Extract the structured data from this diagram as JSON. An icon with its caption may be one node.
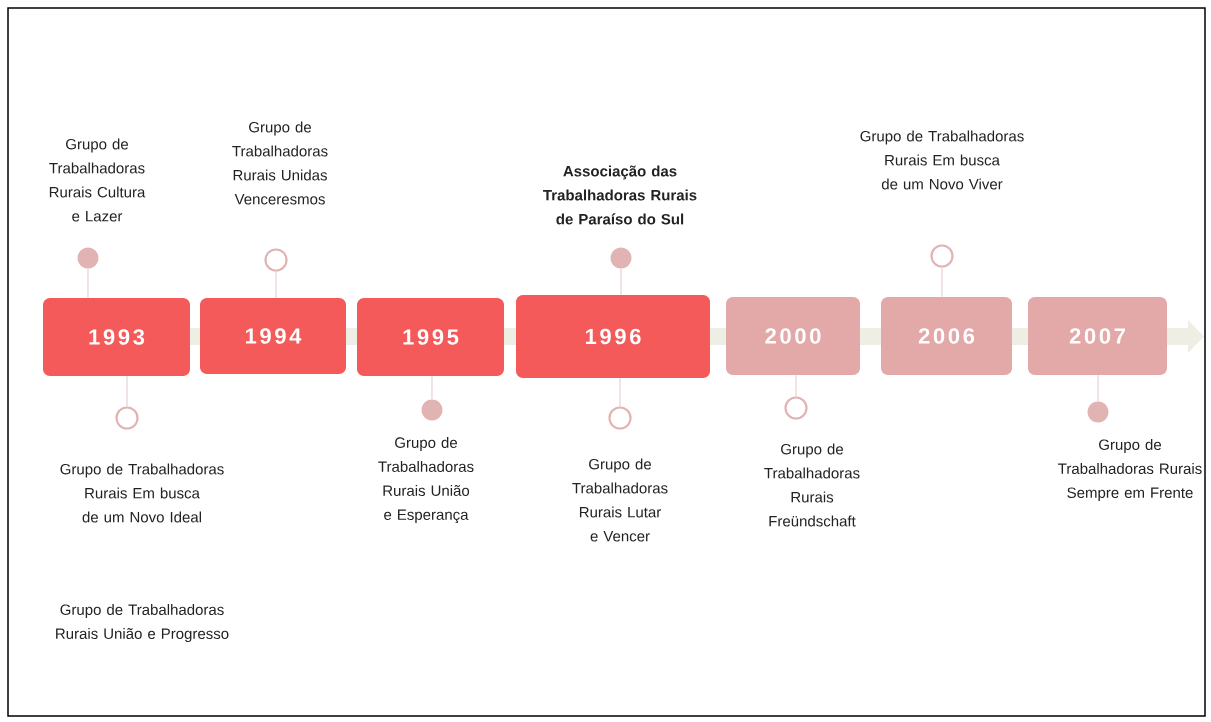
{
  "diagram": {
    "nodes": [
      {
        "text": [
          "1993"
        ]
      },
      {
        "text": [
          "1994"
        ]
      },
      {
        "text": [
          "1995"
        ]
      },
      {
        "text": [
          "1996"
        ]
      },
      {
        "text": [
          "2000"
        ]
      },
      {
        "text": [
          "2006"
        ]
      },
      {
        "text": [
          "2007"
        ]
      },
      {
        "text": [],
        "shape": "circle",
        "beside": [
          "Grupo de Trabalhadoras Rurais Cultura e Lazer"
        ]
      },
      {
        "text": [],
        "shape": "ring",
        "beside": [
          "Grupo de Trabalhadoras Rurais Em busca de um Novo Ideal"
        ]
      },
      {
        "text": [],
        "shape": "ring",
        "beside": [
          "Grupo de Trabalhadoras Rurais Unidas Venceresmos"
        ]
      },
      {
        "text": [],
        "shape": "circle",
        "beside": [
          "Grupo de Trabalhadoras Rurais União e Esperança"
        ]
      },
      {
        "text": [],
        "shape": "circle",
        "beside": [
          "Associação das Trabalhadoras Rurais de Paraíso do Sul"
        ]
      },
      {
        "text": [],
        "shape": "ring",
        "beside": [
          "Grupo de Trabalhadoras Rurais Lutar e Vencer"
        ]
      },
      {
        "text": [],
        "shape": "ring",
        "beside": [
          "Grupo de Trabalhadoras Rurais Freündschaft"
        ]
      },
      {
        "text": [],
        "shape": "ring",
        "beside": [
          "Grupo de Trabalhadoras Rurais Em busca de um Novo Viver"
        ]
      },
      {
        "text": [],
        "shape": "circle",
        "beside": [
          "Grupo de Trabalhadoras Rurais Sempre em Frente"
        ]
      }
    ],
    "edges": [
      {
        "from": 0,
        "to": 7,
        "arrow": "none"
      },
      {
        "from": 0,
        "to": 8,
        "arrow": "none"
      },
      {
        "from": 1,
        "to": 9,
        "arrow": "none"
      },
      {
        "from": 2,
        "to": 10,
        "arrow": "none"
      },
      {
        "from": 3,
        "to": 11,
        "arrow": "none"
      },
      {
        "from": 3,
        "to": 12,
        "arrow": "none"
      },
      {
        "from": 4,
        "to": 13,
        "arrow": "none"
      },
      {
        "from": 5,
        "to": 14,
        "arrow": "none"
      },
      {
        "from": 6,
        "to": 15,
        "arrow": "none"
      }
    ],
    "labels": [
      "Grupo de Trabalhadoras Rurais União e Progresso"
    ]
  }
}
